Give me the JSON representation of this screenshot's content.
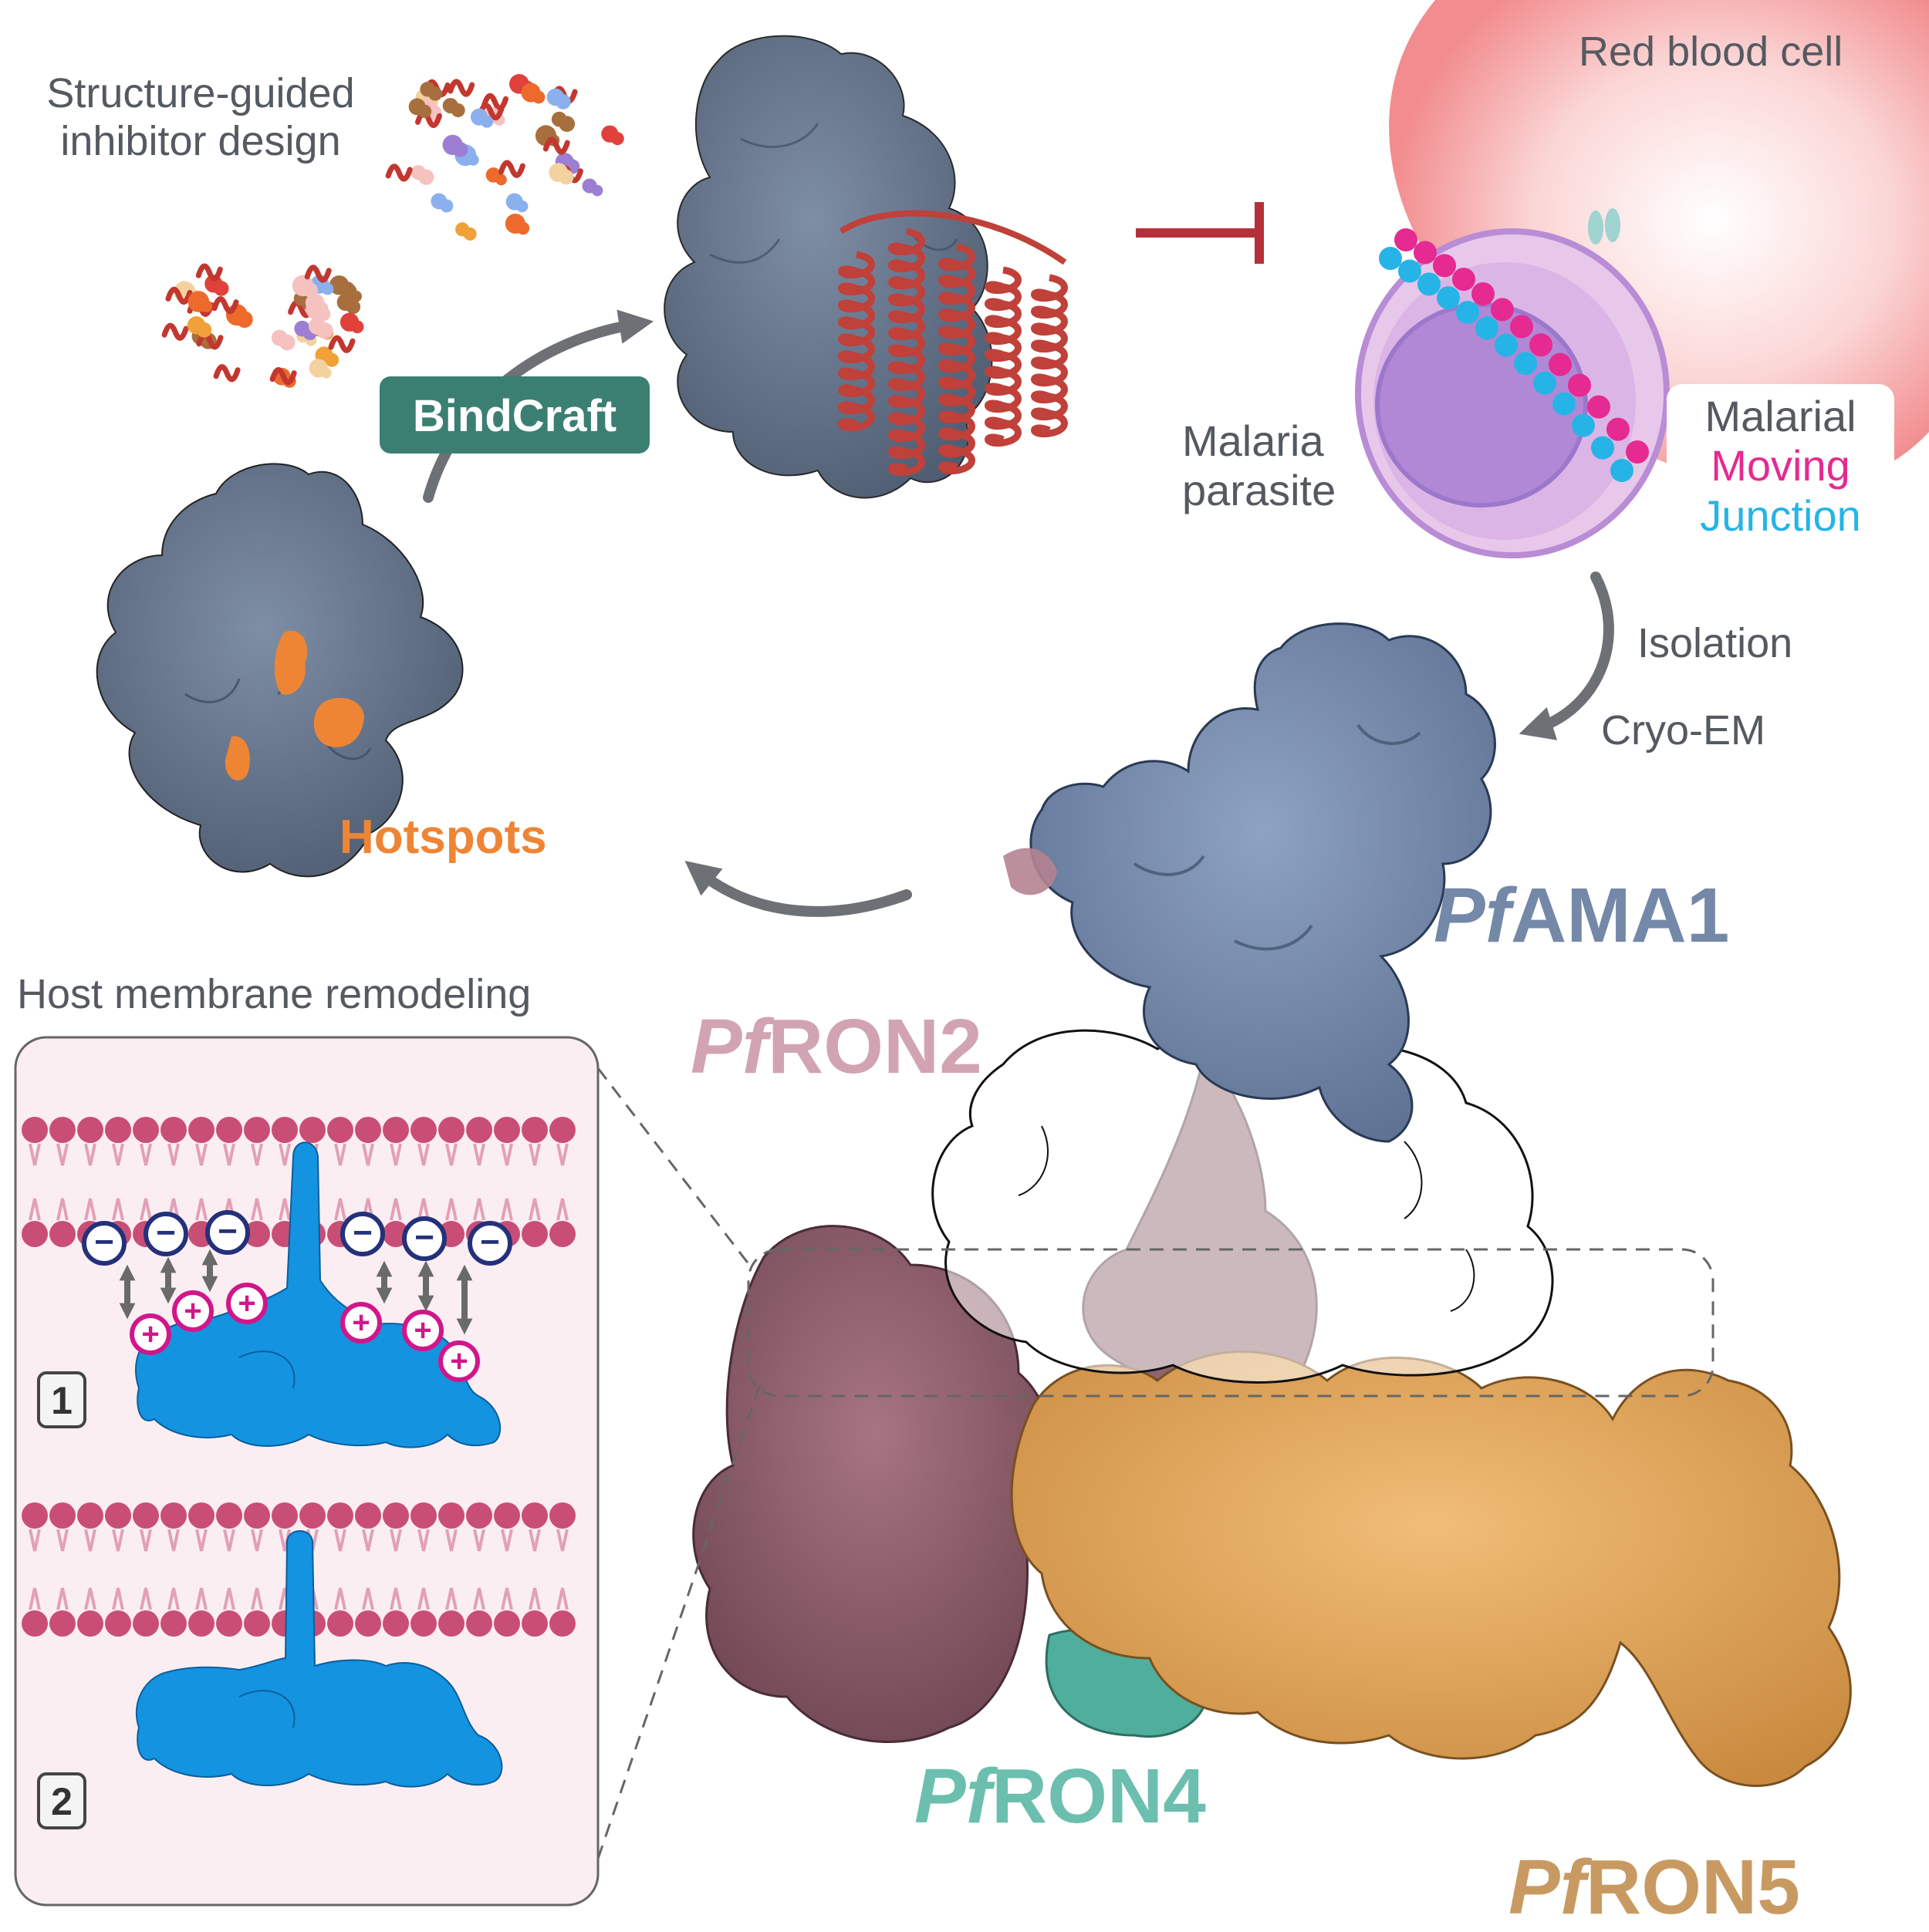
{
  "workflow": {
    "design_title": [
      "Structure-guided",
      "inhibitor design"
    ],
    "tool_badge": "BindCraft",
    "hotspots_label": "Hotspots",
    "rbc_label": "Red blood cell",
    "parasite_label": [
      "Malaria",
      "parasite"
    ],
    "junction_label": {
      "line1": "Malarial",
      "line2": "Moving",
      "line3": "Junction"
    },
    "steps": [
      "Isolation",
      "Cryo-EM"
    ]
  },
  "complex": {
    "ama1": {
      "prefix": "Pf",
      "name": "AMA1"
    },
    "ron2": {
      "prefix": "Pf",
      "name": "RON2"
    },
    "ron4": {
      "prefix": "Pf",
      "name": "RON4"
    },
    "ron5": {
      "prefix": "Pf",
      "name": "RON5"
    }
  },
  "membrane_panel": {
    "title": "Host membrane remodeling",
    "step_badges": [
      "1",
      "2"
    ],
    "charge_symbols": {
      "negative": "−",
      "positive": "+"
    }
  },
  "colors": {
    "protein_gray": "#5f6f85",
    "binder_red": "#c0403a",
    "hotspot_orange": "#ee8535",
    "ama1_blue": "#7488a8",
    "ron2_mauve": "#8a5c68",
    "ron2_label": "#d2a4b2",
    "ron4_teal": "#6cbfae",
    "ron5_tan": "#e2a65d",
    "ron5_label": "#c89a62",
    "junction_pink": "#e52a92",
    "junction_cyan": "#26b4e6",
    "badge_green": "#3b7f73",
    "membrane_pink": "#c94e76",
    "panel_bg": "#fbeef3",
    "protein_blue": "#1493e0"
  }
}
